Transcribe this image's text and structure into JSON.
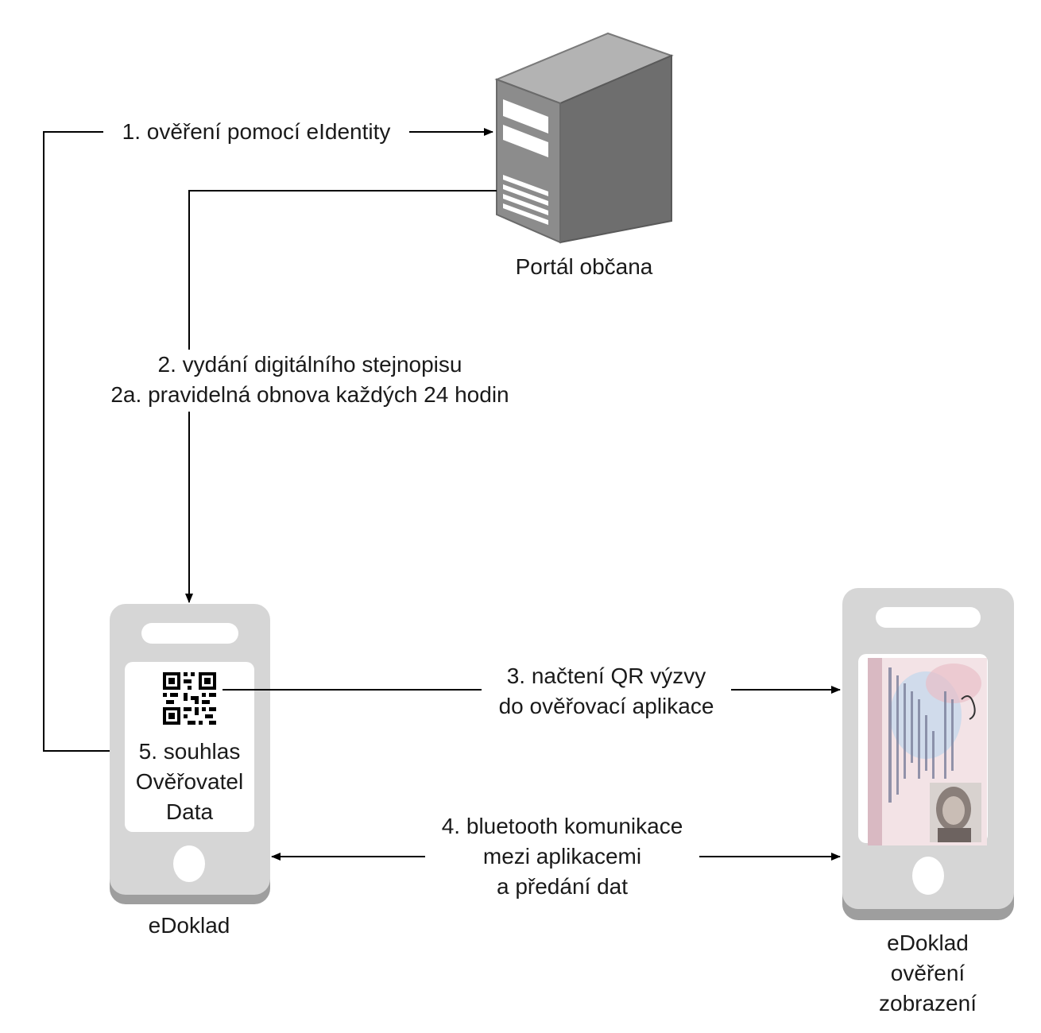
{
  "nodes": {
    "server": {
      "label": "Portál občana"
    },
    "phone_left": {
      "label": "eDoklad",
      "screen_lines": [
        "5. souhlas",
        "Ověřovatel",
        "Data"
      ]
    },
    "phone_right": {
      "label_lines": [
        "eDoklad",
        "ověření",
        "zobrazení"
      ]
    }
  },
  "edges": {
    "step1": {
      "label": "1. ověření pomocí eIdentity"
    },
    "step2": {
      "lines": [
        "2. vydání digitálního stejnopisu",
        "2a. pravidelná obnova každých 24 hodin"
      ]
    },
    "step3": {
      "lines": [
        "3. načtení QR výzvy",
        "do ověřovací aplikace"
      ]
    },
    "step4": {
      "lines": [
        "4. bluetooth komunikace",
        "mezi aplikacemi",
        "a předání dat"
      ]
    }
  },
  "colors": {
    "phone_body": "#d6d6d6",
    "phone_shadow": "#9e9e9e",
    "server_front": "#8c8c8c",
    "server_side": "#6e6e6e",
    "server_top": "#b3b3b3",
    "line": "#000000"
  }
}
